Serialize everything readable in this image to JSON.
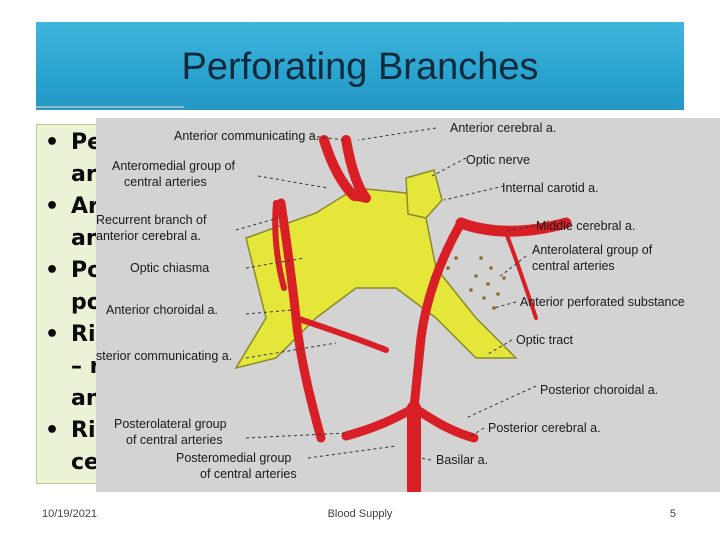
{
  "slide": {
    "title": "Perforating Branches",
    "bullets": [
      {
        "line1": "Pe",
        "line2": "ar"
      },
      {
        "line1": "Ar",
        "line2": "an"
      },
      {
        "line1": "Po",
        "line2": "po"
      },
      {
        "line1": "Rig",
        "line2": "– r",
        "line3": "an"
      },
      {
        "line1": "Rig",
        "line2": "ce"
      }
    ]
  },
  "figure": {
    "labels": {
      "anterior_communicating": "Anterior communicating a.",
      "anterior_cerebral": "Anterior cerebral a.",
      "anteromedial_group_1": "Anteromedial group of",
      "anteromedial_group_2": "central arteries",
      "optic_nerve": "Optic nerve",
      "internal_carotid": "Internal carotid a.",
      "recurrent_branch_1": "Recurrent branch of",
      "recurrent_branch_2": "anterior cerebral a.",
      "middle_cerebral": "Middle cerebral a.",
      "anterolateral_group_1": "Anterolateral group of",
      "anterolateral_group_2": "central arteries",
      "optic_chiasma": "Optic chiasma",
      "anterior_perforated": "Anterior perforated substance",
      "anterior_choroidal": "Anterior choroidal a.",
      "optic_tract": "Optic tract",
      "posterior_communicating": "sterior communicating a.",
      "posterior_choroidal": "Posterior choroidal a.",
      "posterolateral_group_1": "Posterolateral group",
      "posterolateral_group_2": "of central arteries",
      "posterior_cerebral": "Posterior cerebral a.",
      "posteromedial_group_1": "Posteromedial group",
      "posteromedial_group_2": "of central arteries",
      "basilar": "Basilar a."
    }
  },
  "footer": {
    "date": "10/19/2021",
    "center": "Blood Supply",
    "page": "5"
  },
  "colors": {
    "title_bar": "#2aa3cf",
    "artery": "#d81f26",
    "optic_structure": "#e4e63a",
    "figure_bg": "#d3d3d3"
  }
}
